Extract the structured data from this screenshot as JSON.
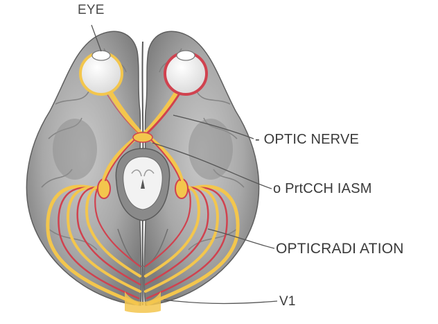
{
  "labels": {
    "eye": "EYE",
    "optic_nerve": "- OPTIC NERVE",
    "optic_chiasm": "o PrtCCH IASM",
    "optic_radiation": "OPTICRADI ATION",
    "v1": "V1"
  },
  "colors": {
    "cortex": "#a7a7a7",
    "cortex_dark": "#6f6f6f",
    "pathway_yellow": "#f3c64d",
    "pathway_red": "#d0424f",
    "eyeball": "#f4f4f4",
    "leader_line": "#555555"
  }
}
